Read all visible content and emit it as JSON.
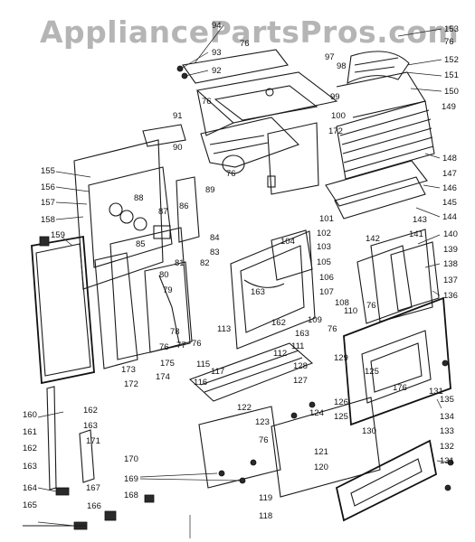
{
  "watermark": "AppliancePartsPros.com",
  "callouts": [
    "94",
    "93",
    "92",
    "76",
    "97",
    "98",
    "99",
    "153",
    "76",
    "152",
    "151",
    "150",
    "149",
    "76",
    "100",
    "172",
    "148",
    "147",
    "146",
    "145",
    "144",
    "91",
    "90",
    "76",
    "89",
    "88",
    "87",
    "86",
    "85",
    "84",
    "101",
    "155",
    "156",
    "157",
    "158",
    "159",
    "104",
    "102",
    "103",
    "105",
    "106",
    "107",
    "108",
    "143",
    "142",
    "141",
    "140",
    "139",
    "138",
    "137",
    "136",
    "83",
    "82",
    "81",
    "80",
    "79",
    "78",
    "113",
    "163",
    "162",
    "109",
    "110",
    "76",
    "111",
    "163",
    "76",
    "76",
    "77",
    "76",
    "115",
    "117",
    "116",
    "174",
    "175",
    "173",
    "172",
    "162",
    "163",
    "160",
    "161",
    "162",
    "163",
    "164",
    "165",
    "171",
    "167",
    "166",
    "168",
    "170",
    "169",
    "119",
    "118",
    "121",
    "120",
    "76",
    "123",
    "124",
    "125",
    "122",
    "127",
    "128",
    "126",
    "112",
    "129",
    "125",
    "176",
    "131",
    "130",
    "135",
    "134",
    "133",
    "132",
    "131"
  ]
}
